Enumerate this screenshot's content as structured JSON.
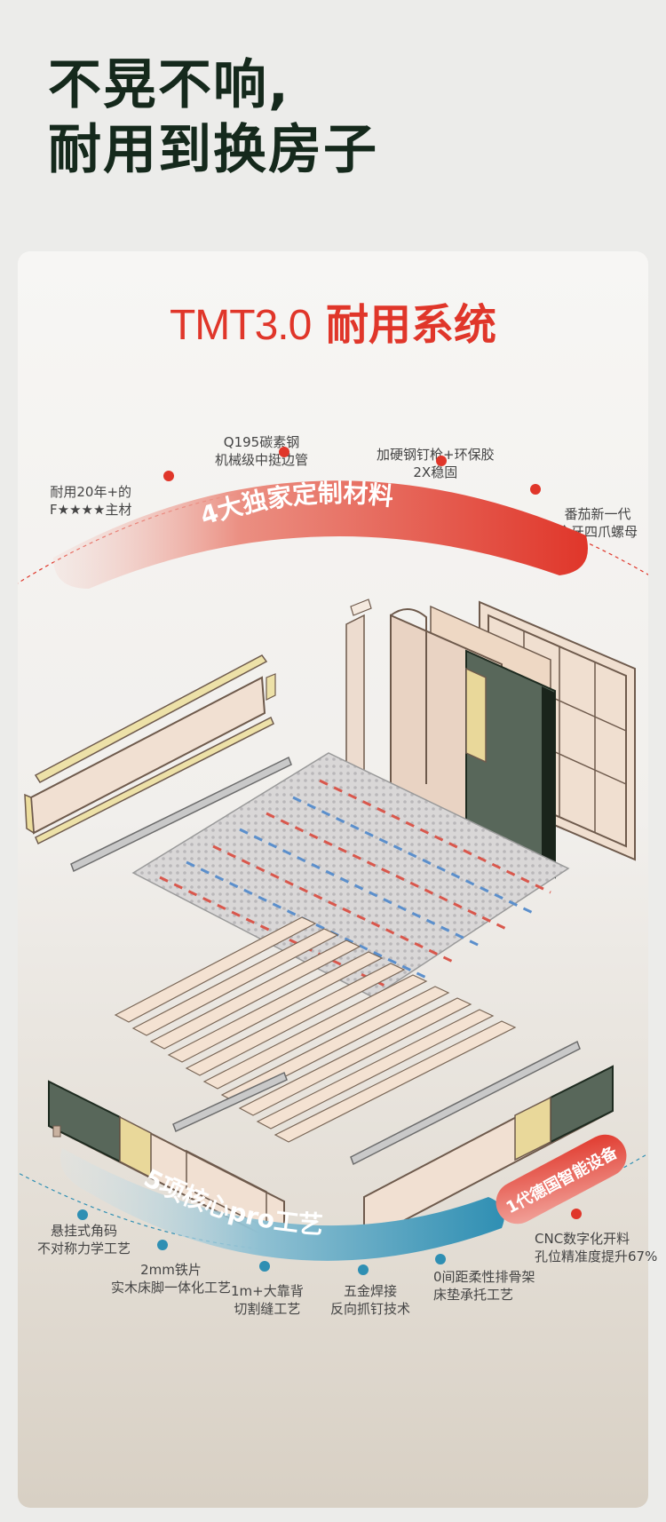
{
  "headline": {
    "line1": "不晃不响,",
    "line2": "耐用到换房子"
  },
  "system_title": {
    "prefix": "TMT3.0",
    "suffix": "耐用系统"
  },
  "materials": {
    "arc_label": "4大独家定制材料",
    "items": [
      {
        "l1": "耐用20年+的",
        "l2": "F★★★★主材"
      },
      {
        "l1": "Q195碳素钢",
        "l2": "机械级中挺边管"
      },
      {
        "l1": "加硬钢钉枪+环保胶",
        "l2": "2X稳固"
      },
      {
        "l1": "番茄新一代",
        "l2": "全牙四爪螺母"
      }
    ]
  },
  "process": {
    "arc_label": "5项核心pro工艺",
    "badge": "1代德国智能设备",
    "items": [
      {
        "l1": "悬挂式角码",
        "l2": "不对称力学工艺"
      },
      {
        "l1": "2mm铁片",
        "l2": "实木床脚一体化工艺"
      },
      {
        "l1": "1m+大靠背",
        "l2": "切割缝工艺"
      },
      {
        "l1": "五金焊接",
        "l2": "反向抓钉技术"
      },
      {
        "l1": "0间距柔性排骨架",
        "l2": "床垫承托工艺"
      },
      {
        "l1": "CNC数字化开料",
        "l2": "孔位精准度提升67%"
      }
    ]
  },
  "colors": {
    "red": "#e0362a",
    "blue": "#2f8fb3",
    "green": "#58675a",
    "dark": "#15291c"
  }
}
